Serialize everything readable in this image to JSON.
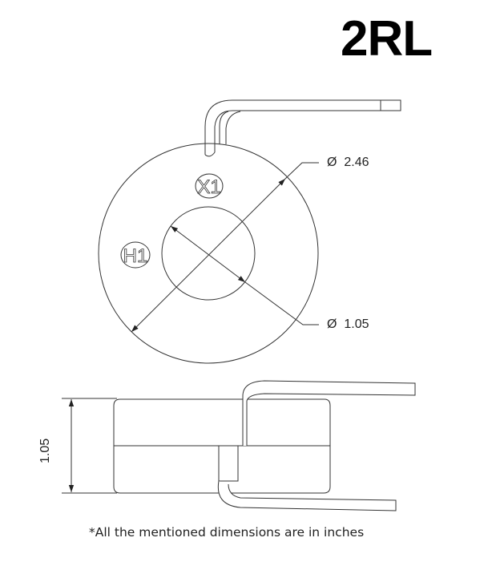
{
  "title": "2RL",
  "top_view": {
    "outer_diameter_symbol": "Ø",
    "outer_diameter_value": "2.46",
    "inner_diameter_symbol": "Ø",
    "inner_diameter_value": "1.05",
    "terminal_labels": [
      "X1",
      "H1"
    ]
  },
  "side_view": {
    "height_value": "1.05"
  },
  "footnote": "*All the mentioned dimensions are in inches",
  "colors": {
    "line": "#333333",
    "background": "#ffffff"
  }
}
